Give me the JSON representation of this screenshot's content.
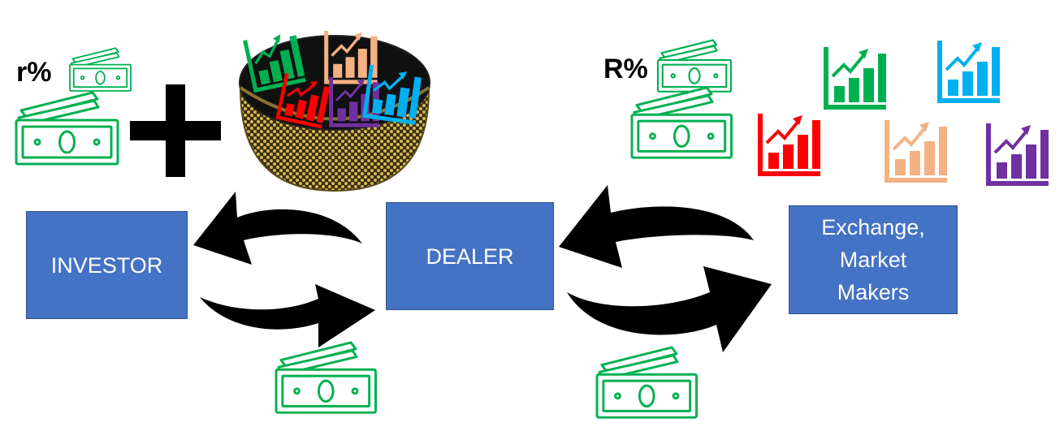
{
  "nodes": {
    "investor": "INVESTOR",
    "dealer": "DEALER",
    "exchange": "Exchange,\nMarket\nMakers"
  },
  "rates": {
    "investor_rate": "r%",
    "market_rate": "R%"
  },
  "colors": {
    "box_fill": "#4472C4",
    "box_border": "#2F528F",
    "money_green": "#00B050",
    "chart_green": "#00B050",
    "chart_blue": "#00B0F0",
    "chart_red": "#FF0000",
    "chart_peach": "#F4B183",
    "chart_purple": "#7030A0",
    "arrow": "#000000"
  },
  "icons": {
    "money": "banknote-stack-icon",
    "chart": "growth-bar-chart-icon",
    "plus": "plus-icon",
    "basket": "portfolio-basket-icon",
    "arrow": "curved-arrow-icon"
  }
}
